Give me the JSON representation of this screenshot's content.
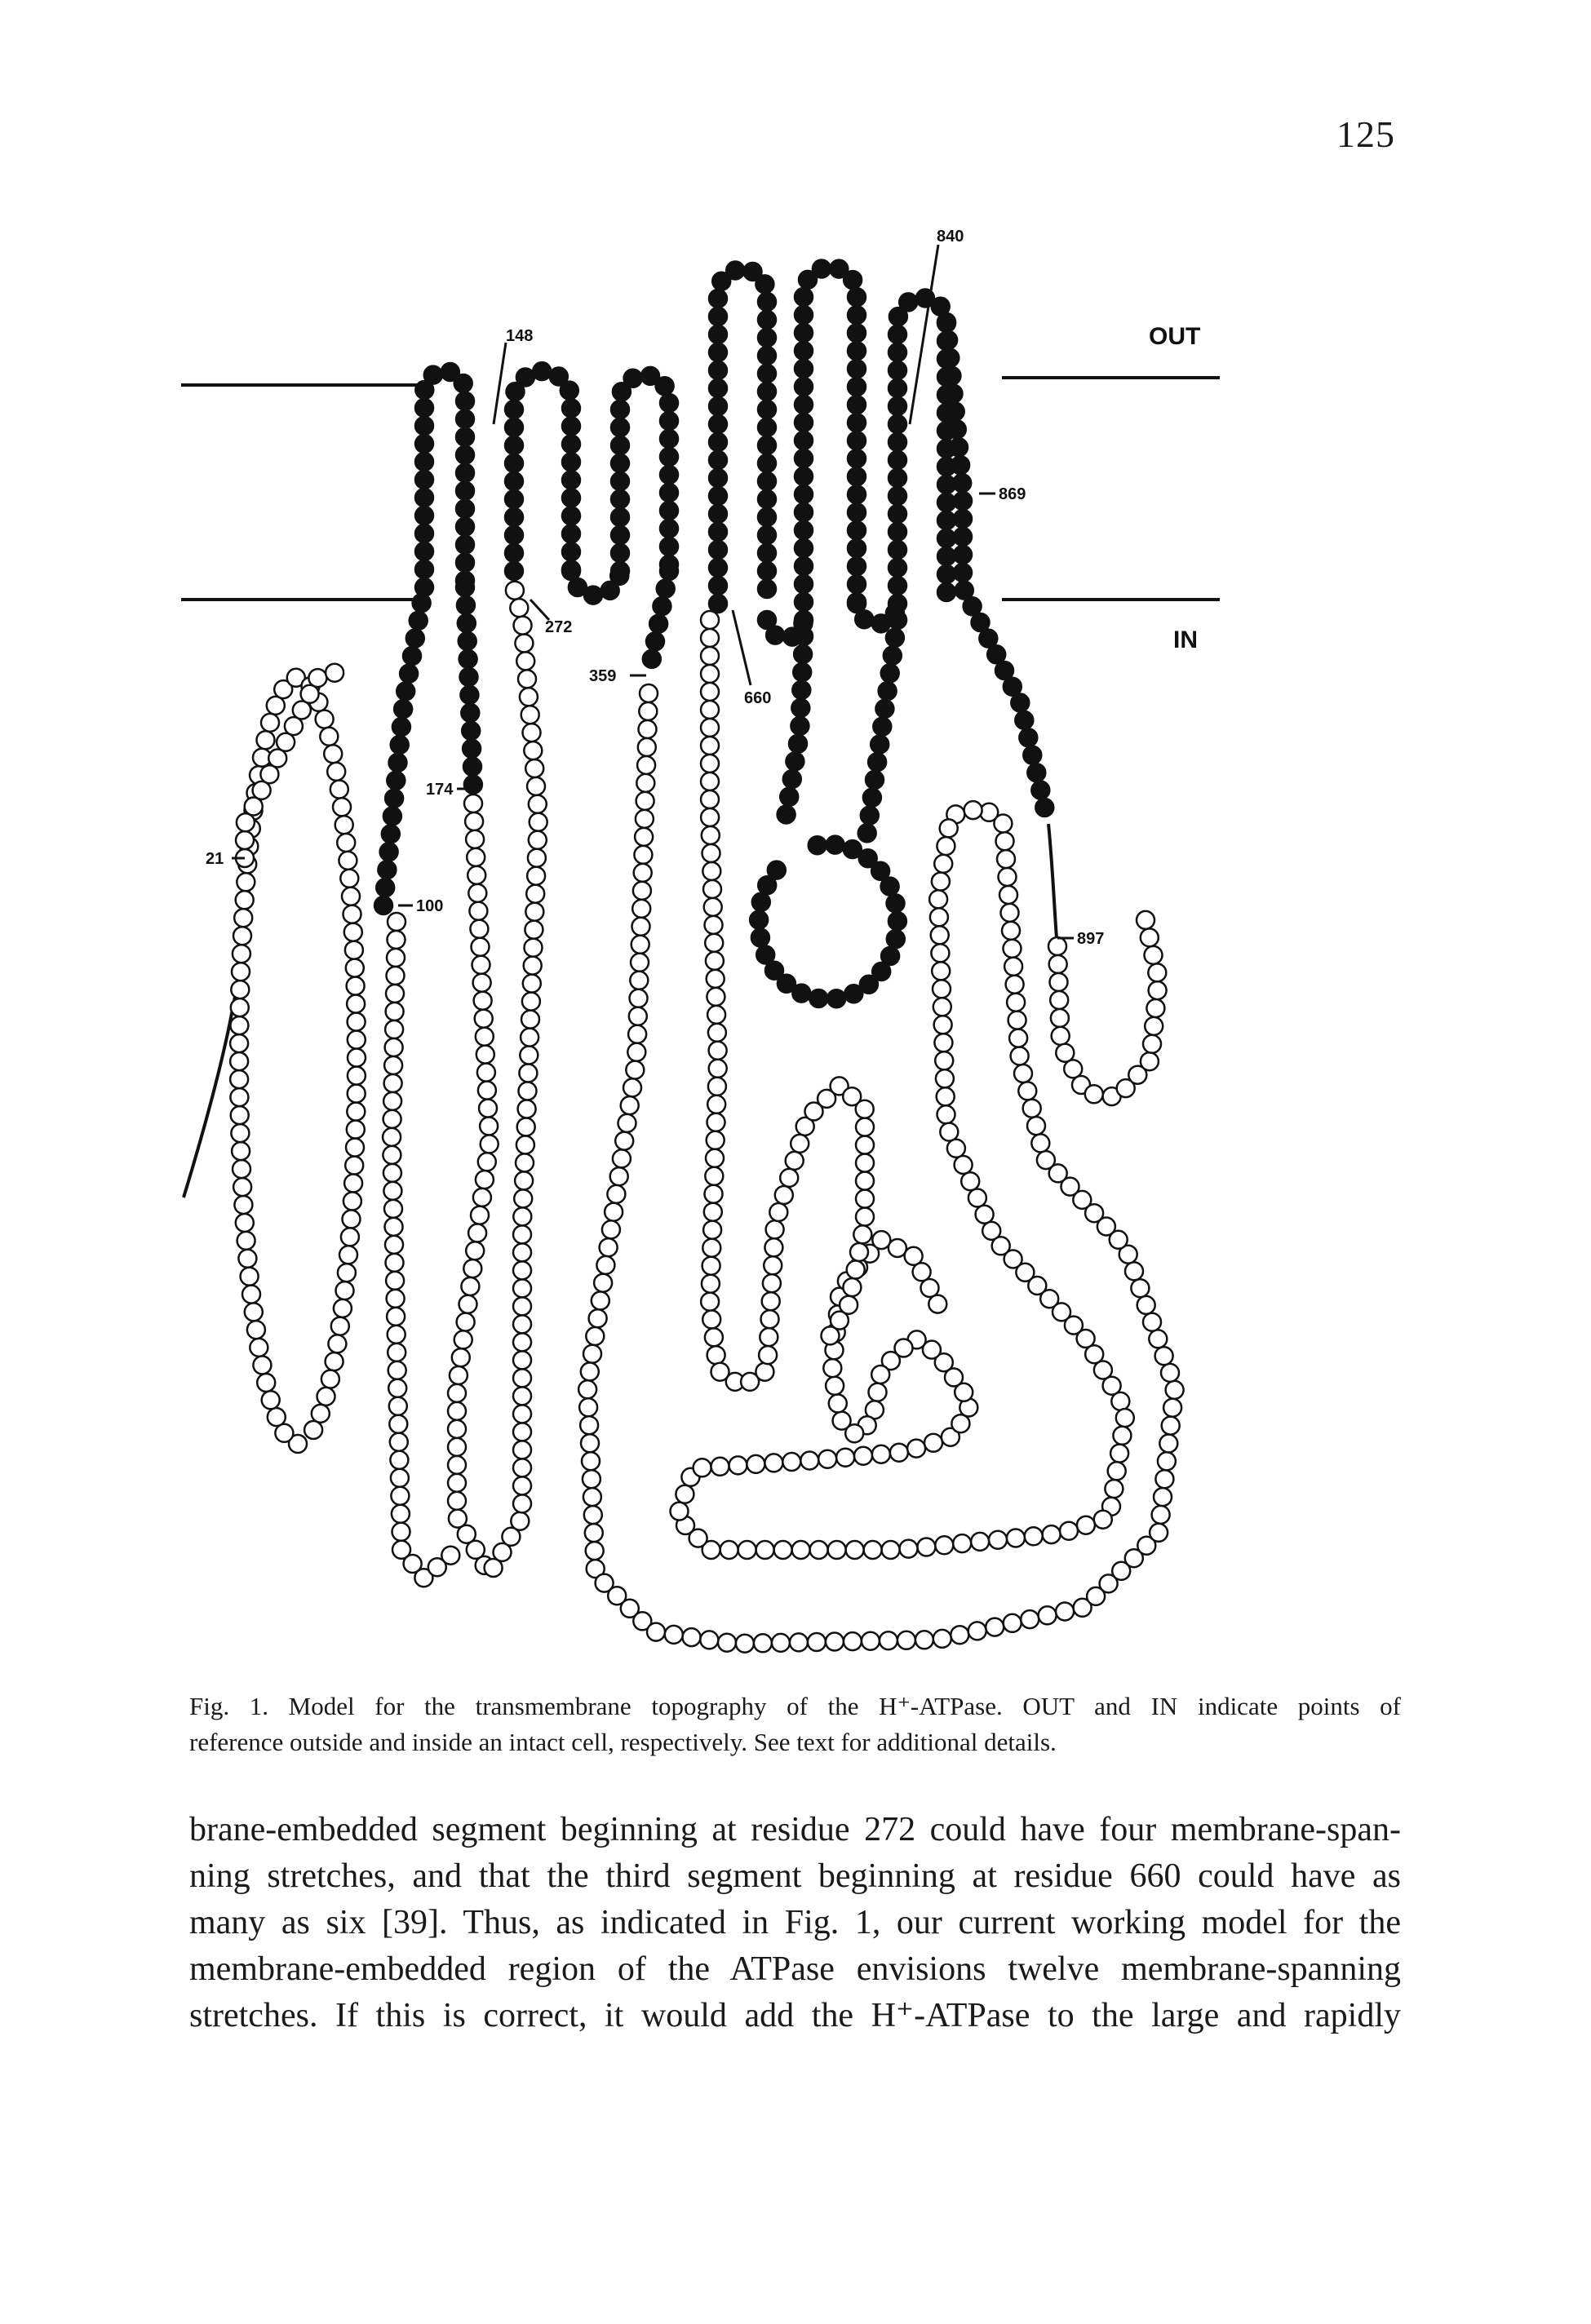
{
  "page_number": "125",
  "figure": {
    "labels": {
      "out": "OUT",
      "in": "IN",
      "r840": "840",
      "r148": "148",
      "r869": "869",
      "r272": "272",
      "r359": "359",
      "r660": "660",
      "r174": "174",
      "r21": "21",
      "r100": "100",
      "r897": "897"
    },
    "colors": {
      "membrane_residue": "#111111",
      "soluble_residue": "#ffffff",
      "stroke": "#111111"
    }
  },
  "caption": {
    "line1": "Fig. 1. Model for the transmembrane topography of the H⁺-ATPase. OUT and IN indicate points of",
    "line2": "reference outside and inside an intact cell, respectively. See text for additional details."
  },
  "body_text": {
    "lines": [
      "brane-embedded segment beginning at residue 272 could have four membrane-span-",
      "ning stretches, and that the third segment beginning at residue 660 could have as",
      "many as six [39]. Thus, as indicated in Fig. 1, our current working model for the",
      "membrane-embedded region of the ATPase envisions twelve membrane-spanning",
      "stretches. If this is correct, it would add the H⁺-ATPase to the large and rapidly"
    ]
  }
}
